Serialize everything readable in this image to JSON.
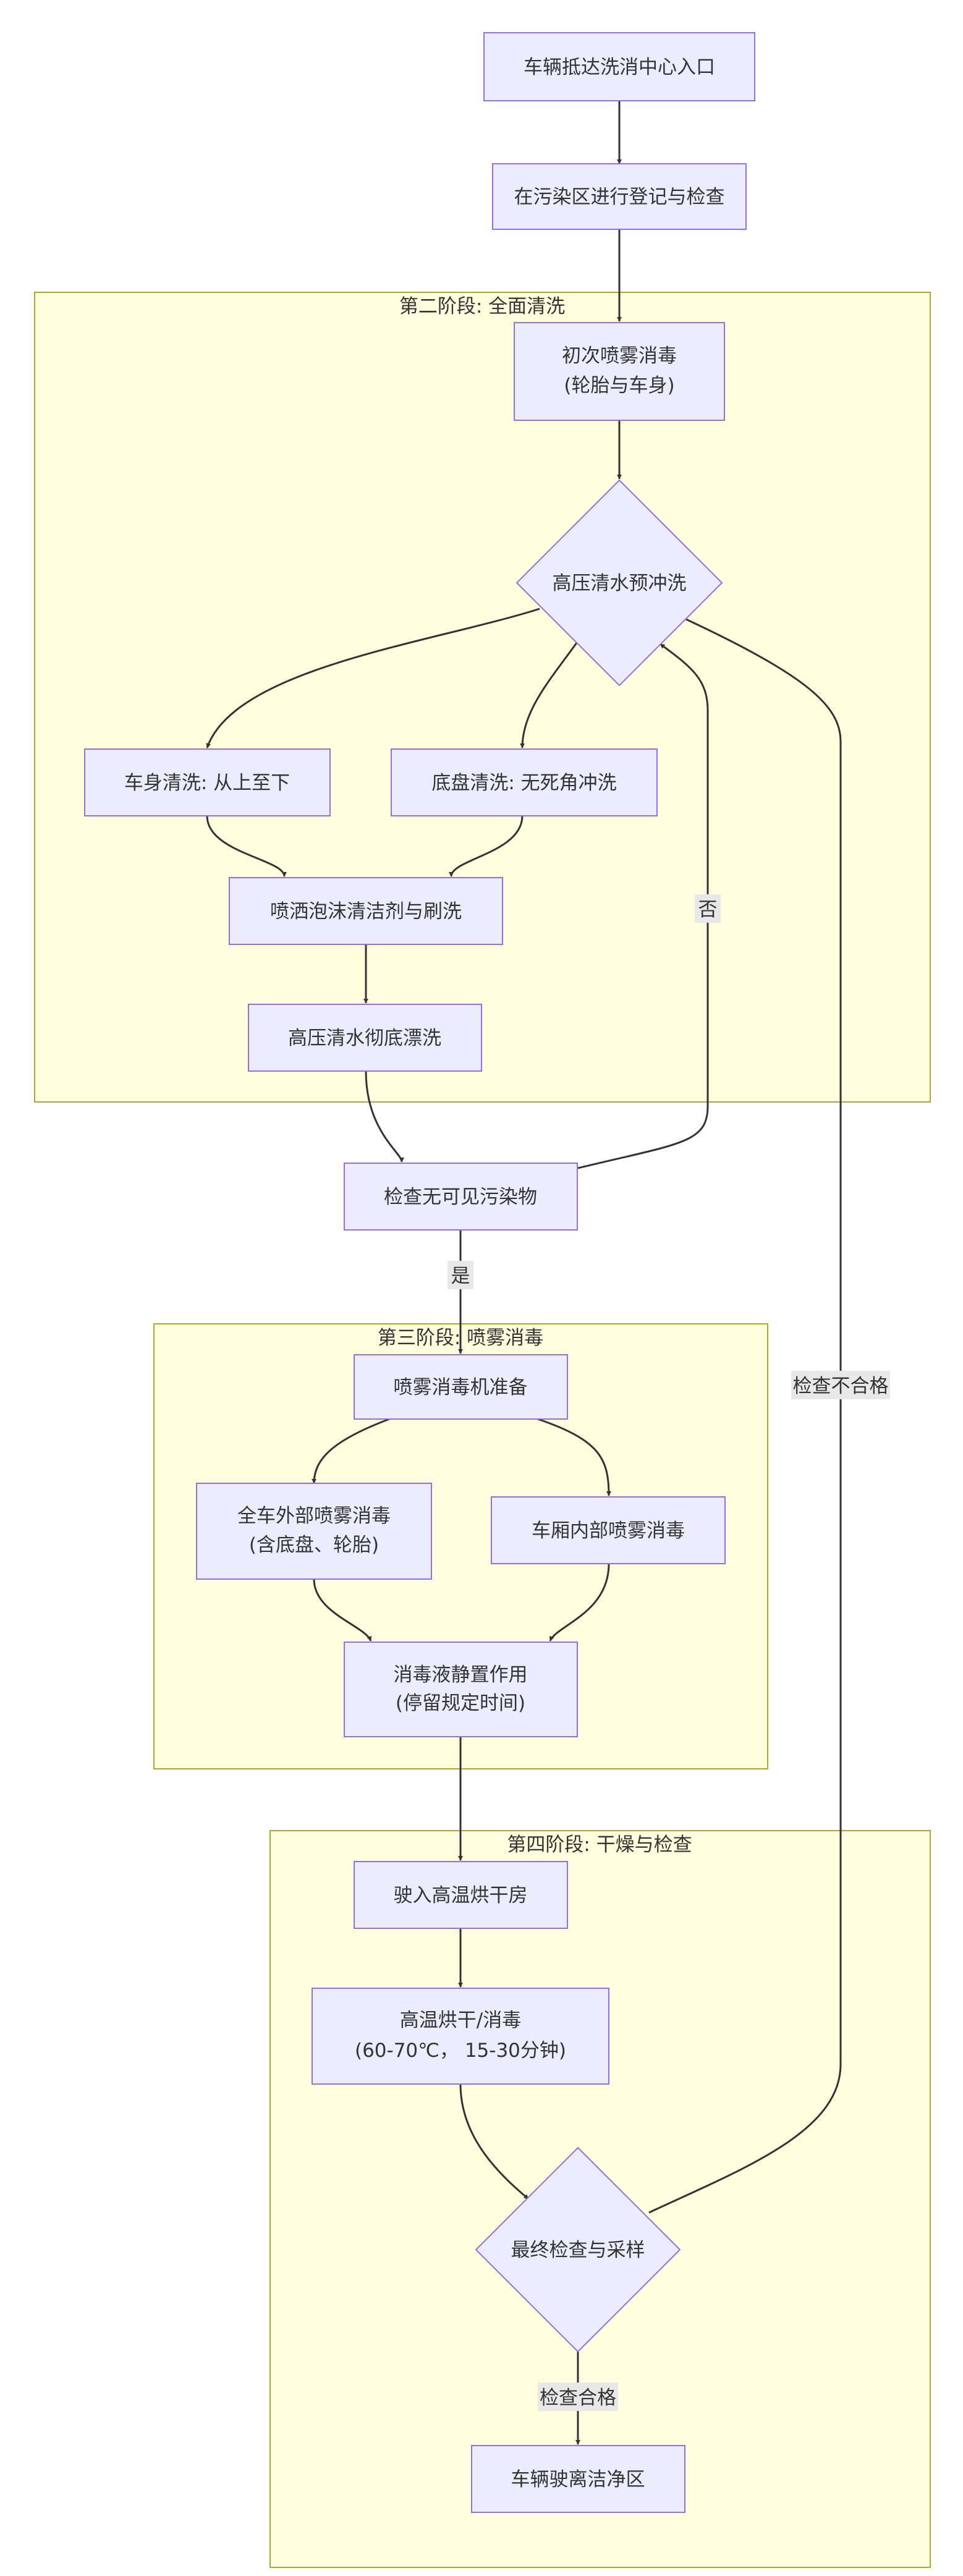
{
  "clusters": {
    "c2": "第二阶段: 全面清洗",
    "c3": "第三阶段: 喷雾消毒",
    "c4": "第四阶段: 干燥与检查"
  },
  "nodes": {
    "arrive": [
      "车辆抵达洗消中心入口"
    ],
    "register": [
      "在污染区进行登记与检查"
    ],
    "initspray": [
      "初次喷雾消毒",
      "(轮胎与车身)"
    ],
    "prewash": [
      "高压清水预冲洗"
    ],
    "body": [
      "车身清洗: 从上至下"
    ],
    "chassis": [
      "底盘清洗: 无死角冲洗"
    ],
    "foam": [
      "喷洒泡沫清洁剂与刷洗"
    ],
    "rinse": [
      "高压清水彻底漂洗"
    ],
    "inspect": [
      "检查无可见污染物"
    ],
    "sprayprep": [
      "喷雾消毒机准备"
    ],
    "extspray": [
      "全车外部喷雾消毒",
      "(含底盘、轮胎)"
    ],
    "intspray": [
      "车厢内部喷雾消毒"
    ],
    "standing": [
      "消毒液静置作用",
      "(停留规定时间)"
    ],
    "dryroom": [
      "驶入高温烘干房"
    ],
    "drying": [
      "高温烘干/消毒",
      "(60-70℃， 15-30分钟)"
    ],
    "final": [
      "最终检查与采样"
    ],
    "leave": [
      "车辆驶离洁净区"
    ]
  },
  "edge_labels": {
    "no": "否",
    "yes": "是",
    "fail": "检查不合格",
    "pass": "检查合格"
  },
  "colors": {
    "node_fill": "#ececff",
    "node_stroke": "#9370db",
    "cluster_fill": "#ffffde",
    "cluster_stroke": "#aaaa33",
    "edge": "#333333",
    "label_bg": "#e8e8e8"
  }
}
